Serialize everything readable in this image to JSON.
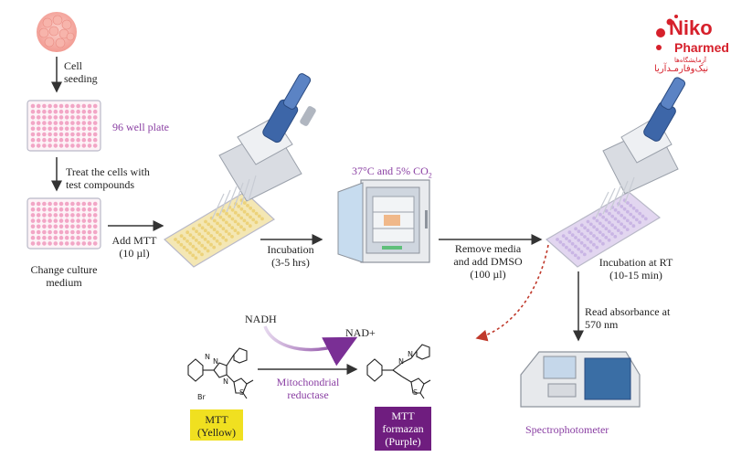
{
  "brand": {
    "name_line1": "Niko",
    "name_line2": "Pharmed",
    "name_persian": "نیک‌وفارمـدآریا",
    "tagline_persian": "آزمایشگاه‌ها",
    "color": "#d6202b"
  },
  "steps": {
    "cell_seeding": [
      "Cell",
      "seeding"
    ],
    "well_plate": "96 well plate",
    "treat": [
      "Treat the cells with",
      "test compounds"
    ],
    "change_medium": [
      "Change culture",
      "medium"
    ],
    "add_mtt": [
      "Add MTT",
      "(10 µl)"
    ],
    "incubation1": [
      "Incubation",
      "(3-5 hrs)"
    ],
    "incubator": "37°C and 5% CO",
    "incubator_sub": "2",
    "remove_media": [
      "Remove media",
      "and add DMSO",
      "(100 µl)"
    ],
    "incubation_rt": [
      "Incubation at RT",
      "(10-15 min)"
    ],
    "read_abs": [
      "Read absorbance at",
      "570 nm"
    ],
    "spectro": "Spectrophotometer"
  },
  "reaction": {
    "nadh": "NADH",
    "nad": "NAD+",
    "enzyme": [
      "Mitochondrial",
      "reductase"
    ],
    "mtt_box": [
      "MTT",
      "(Yellow)"
    ],
    "formazan_box": [
      "MTT",
      "formazan",
      "(Purple)"
    ],
    "mtt_color": "#f0e020",
    "formazan_color": "#6f1d7f",
    "br_label": "Br"
  },
  "colors": {
    "purple_text": "#8a3fa3",
    "pink_well": "#f2a6c6",
    "yellow_well": "#ecd27a",
    "lavender_well": "#c9b5e4",
    "arrow": "#333333",
    "dotted_arrow": "#c0392b"
  }
}
